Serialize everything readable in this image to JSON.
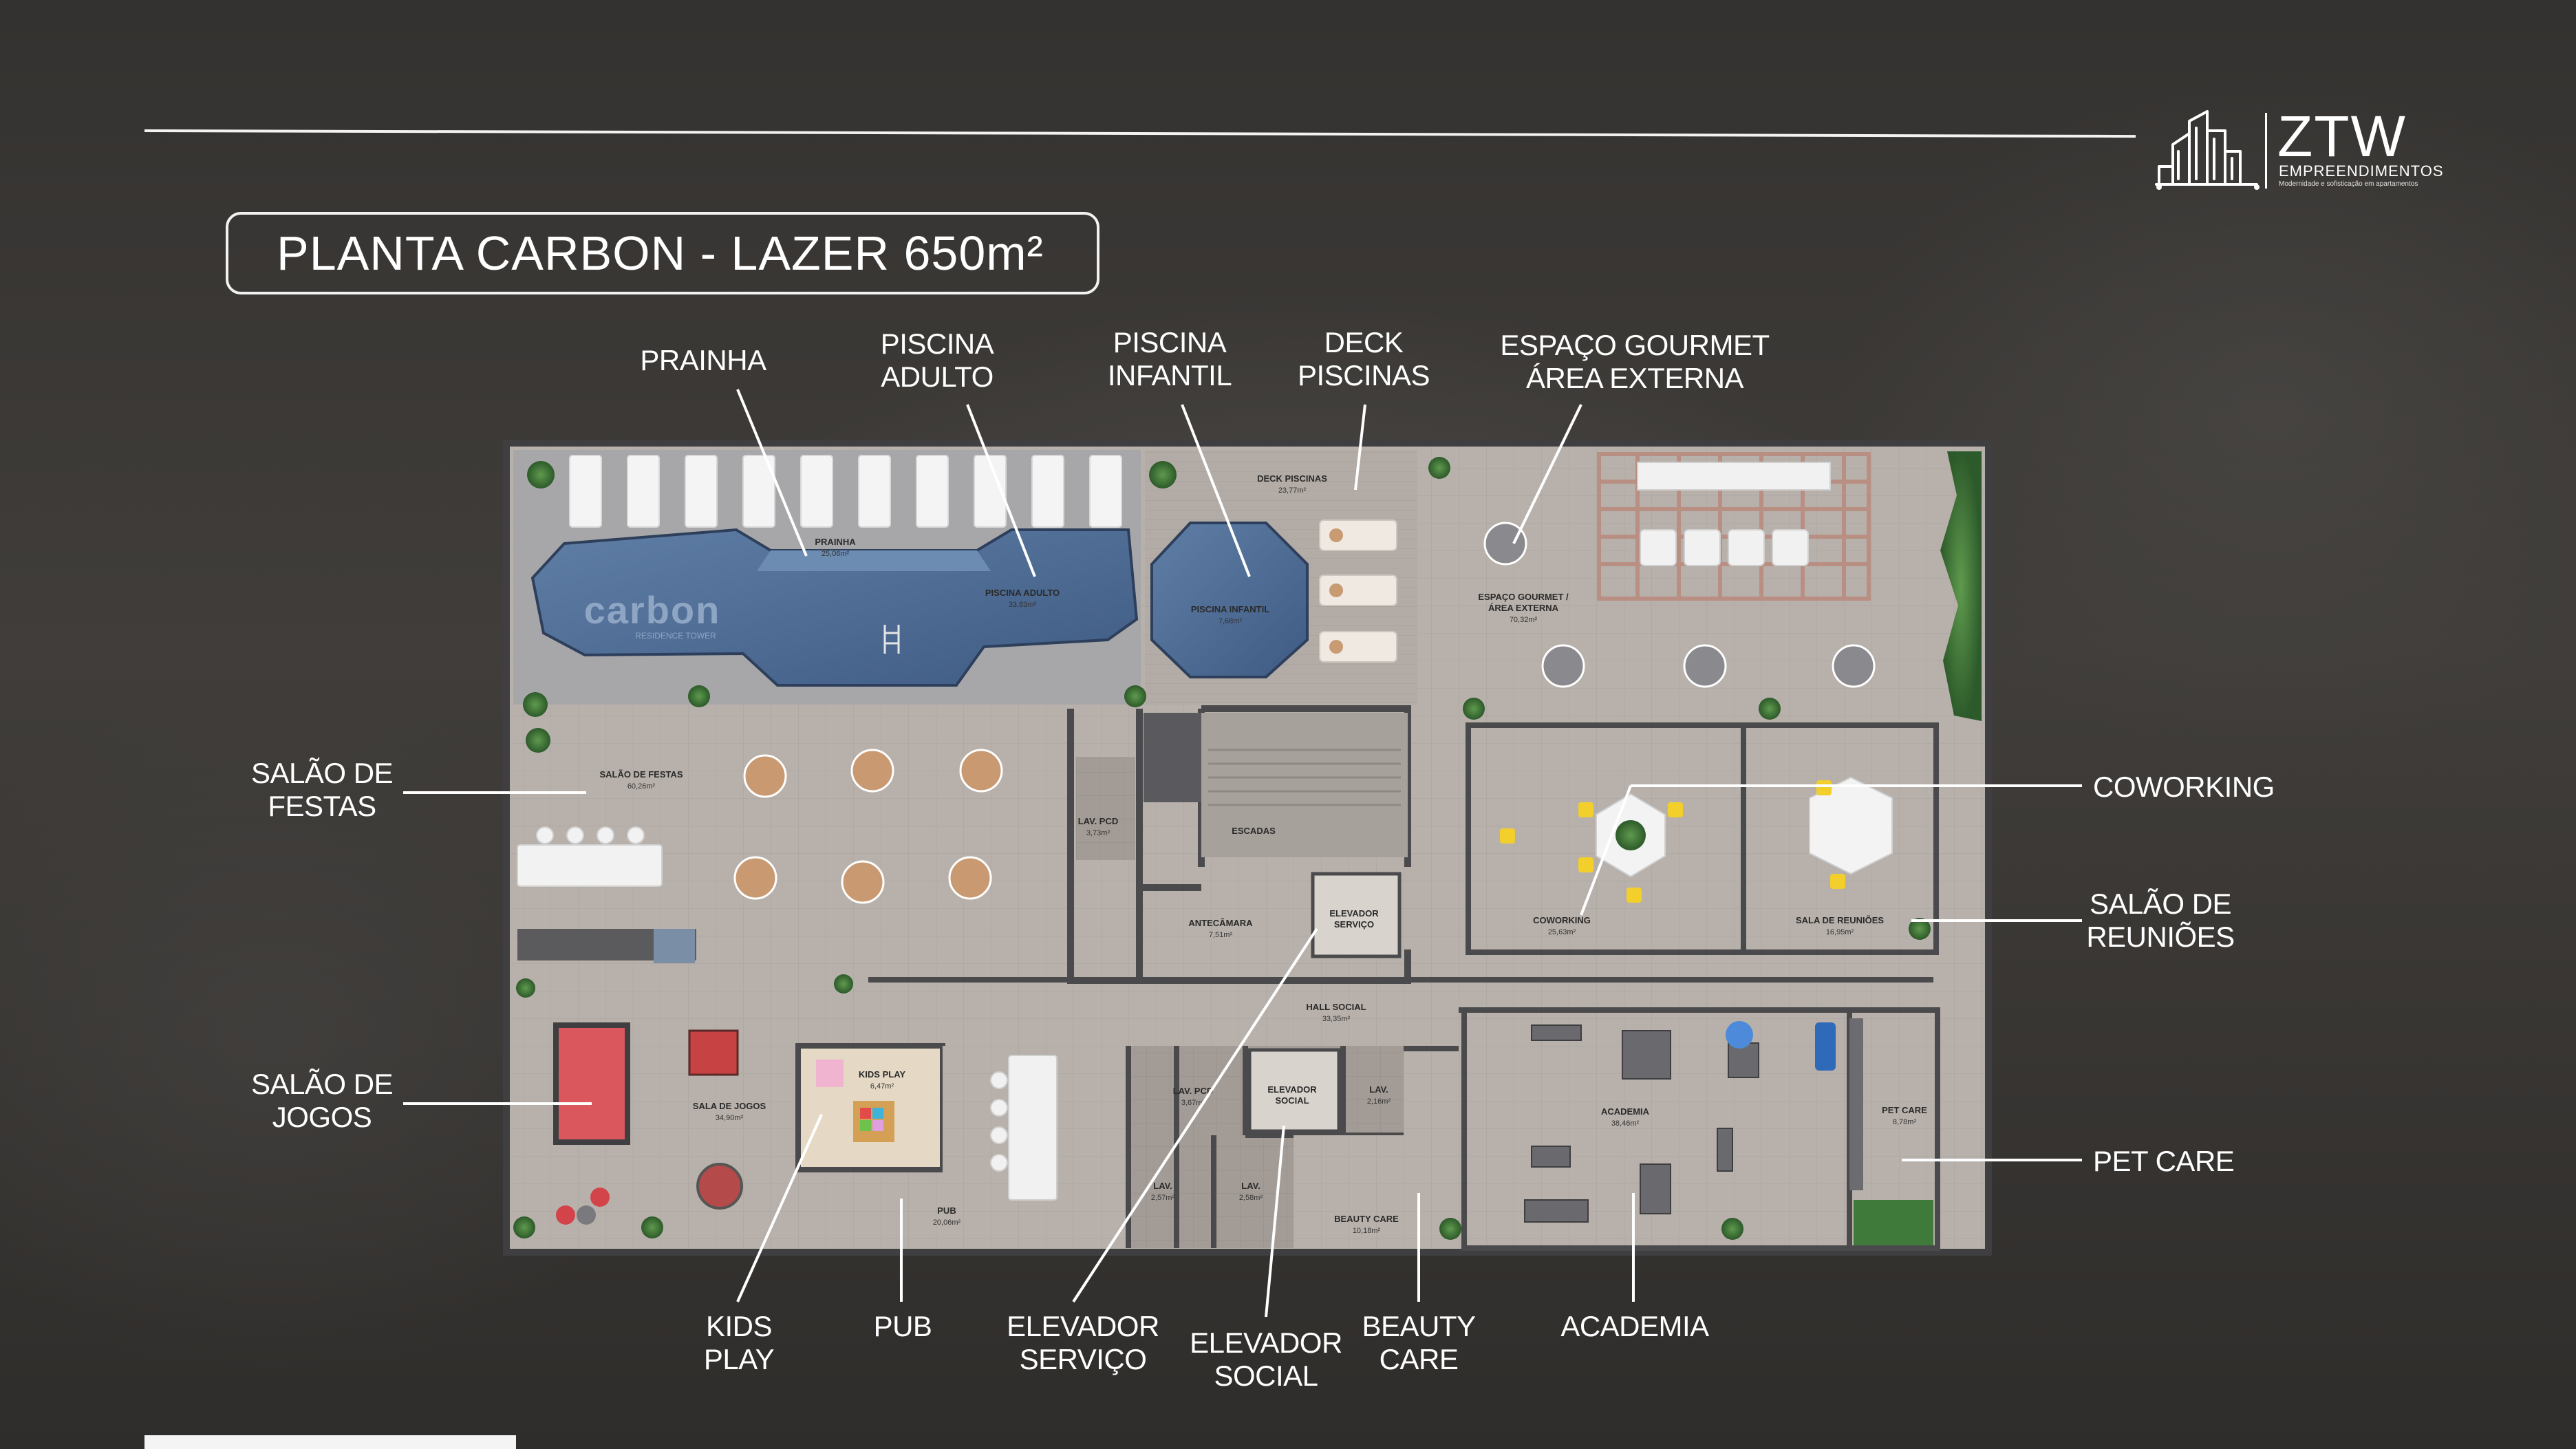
{
  "page_title": "PLANTA CARBON - LAZER 650m²",
  "brand": {
    "name": "ZTW",
    "subtitle": "EMPREENDIMENTOS",
    "tagline": "Modernidade e sofisticação em apartamentos",
    "icon": "city-skyline-logo-icon"
  },
  "plan_brand": {
    "name": "carbon",
    "tagline": "RESIDENCE TOWER"
  },
  "callouts": {
    "prainha": "PRAINHA",
    "piscina_adulto": "PISCINA\nADULTO",
    "piscina_infantil": "PISCINA\nINFANTIL",
    "deck_piscinas": "DECK\nPISCINAS",
    "espaco_gourmet": "ESPAÇO GOURMET\nÁREA EXTERNA",
    "salao_festas": "SALÃO DE\nFESTAS",
    "coworking": "COWORKING",
    "salao_reunioes": "SALÃO DE\nREUNIÕES",
    "salao_jogos": "SALÃO DE\nJOGOS",
    "pet_care": "PET CARE",
    "kids_play": "KIDS\nPLAY",
    "pub": "PUB",
    "elevador_servico": "ELEVADOR\nSERVIÇO",
    "elevador_social": "ELEVADOR\nSOCIAL",
    "beauty_care": "BEAUTY\nCARE",
    "academia": "ACADEMIA"
  },
  "room_labels": {
    "prainha": {
      "name": "PRAINHA",
      "area": "25,06m²"
    },
    "piscina_adulto": {
      "name": "PISCINA ADULTO",
      "area": "33,83m²"
    },
    "piscina_infantil": {
      "name": "PISCINA INFANTIL",
      "area": "7,68m²"
    },
    "deck": {
      "name": "DECK PISCINAS",
      "area": "23,77m²"
    },
    "gourmet": {
      "name": "ESPAÇO GOURMET /",
      "name2": "ÁREA EXTERNA",
      "area": "70,32m²"
    },
    "festas": {
      "name": "SALÃO DE FESTAS",
      "area": "60,26m²"
    },
    "lav_pcd": {
      "name": "LAV. PCD",
      "area": "3,73m²"
    },
    "escadas": {
      "name": "ESCADAS",
      "area": ""
    },
    "antecamara": {
      "name": "ANTECÂMARA",
      "area": "7,51m²"
    },
    "elev_servico": {
      "name": "ELEVADOR",
      "name2": "SERVIÇO",
      "area": ""
    },
    "coworking": {
      "name": "COWORKING",
      "area": "25,63m²"
    },
    "reunioes": {
      "name": "SALA DE REUNIÕES",
      "area": "16,95m²"
    },
    "hall": {
      "name": "HALL SOCIAL",
      "area": "33,35m²"
    },
    "kids": {
      "name": "KIDS PLAY",
      "area": "6,47m²"
    },
    "jogos": {
      "name": "SALA DE JOGOS",
      "area": "34,90m²"
    },
    "pub": {
      "name": "PUB",
      "area": "20,06m²"
    },
    "lav_pcd2": {
      "name": "LAV. PCD",
      "area": "3,67m²"
    },
    "elev_social": {
      "name": "ELEVADOR",
      "name2": "SOCIAL",
      "area": ""
    },
    "lav_a": {
      "name": "LAV.",
      "area": "2,16m²"
    },
    "lav_b": {
      "name": "LAV.",
      "area": "2,57m²"
    },
    "lav_c": {
      "name": "LAV.",
      "area": "2,58m²"
    },
    "beauty": {
      "name": "BEAUTY CARE",
      "area": "10,18m²"
    },
    "academia": {
      "name": "ACADEMIA",
      "area": "38,46m²"
    },
    "pet": {
      "name": "PET CARE",
      "area": "8,78m²"
    }
  },
  "colors": {
    "floor": "#b9b2ac",
    "floor_dark": "#a49d97",
    "wall": "#4a4a4c",
    "water": "#4d6a92",
    "water_light": "#6a88ad",
    "wood": "#c99a72",
    "grass": "#3f7a3a",
    "accent_yellow": "#f2cf2a",
    "billiard": "#d9575d"
  }
}
